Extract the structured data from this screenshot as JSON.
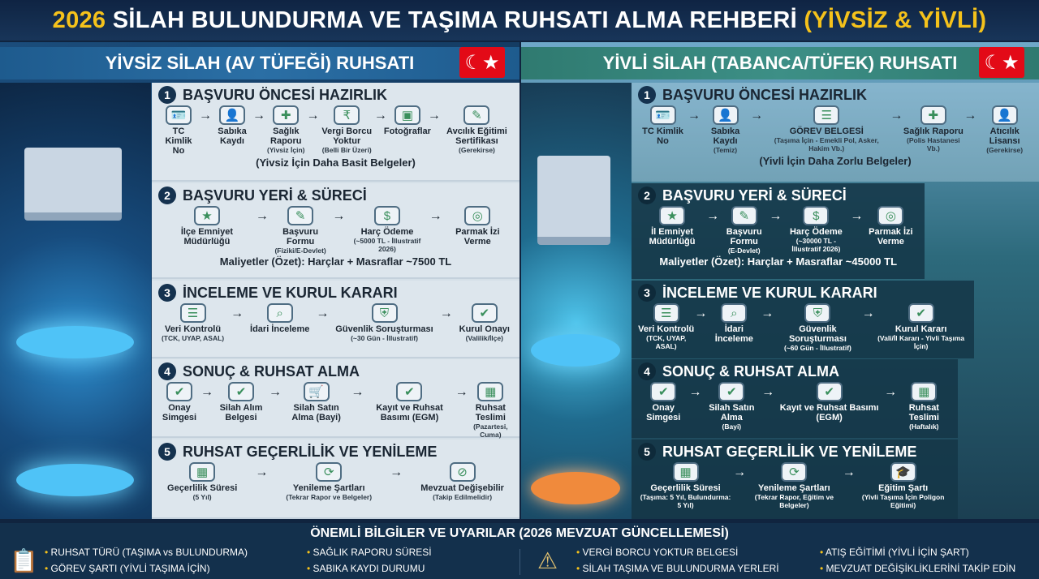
{
  "title": {
    "part1": "2026",
    "part2": " SİLAH BULUNDURMA VE TAŞIMA RUHSATI ALMA REHBERİ ",
    "part3": "(YİVSİZ & YİVLİ)"
  },
  "colors": {
    "title_bg": "#13294a",
    "accent_yellow": "#f5c21b",
    "left_header": "#2b6fa5",
    "right_header": "#3d8f86",
    "check_green": "#3a8f5c"
  },
  "panels": [
    {
      "header": "YİVSİZ SİLAH (AV TÜFEĞİ) RUHSATI",
      "flag": "turkey-flag",
      "sections": [
        {
          "num": "1",
          "title": "BAŞVURU ÖNCESİ HAZIRLIK",
          "items": [
            {
              "icon": "id-card",
              "label": "TC Kimlik No",
              "sub": ""
            },
            {
              "icon": "id-badge",
              "label": "Sabıka Kaydı",
              "sub": ""
            },
            {
              "icon": "medical-report",
              "label": "Sağlık Raporu",
              "sub": "(Yivsiz İçin)"
            },
            {
              "icon": "coin-check",
              "label": "Vergi Borcu Yoktur",
              "sub": "(Belli Bir Üzeri)"
            },
            {
              "icon": "photo",
              "label": "Fotoğraflar",
              "sub": ""
            },
            {
              "icon": "certificate",
              "label": "Avcılık Eğitimi Sertifikası",
              "sub": "(Gerekirse)"
            }
          ],
          "note": "(Yivsiz İçin Daha Basit Belgeler)"
        },
        {
          "num": "2",
          "title": "BAŞVURU YERİ & SÜRECİ",
          "items": [
            {
              "icon": "police-badge",
              "label": "İlçe Emniyet Müdürlüğü",
              "sub": ""
            },
            {
              "icon": "form-pen",
              "label": "Başvuru Formu",
              "sub": "(Fiziki/E-Devlet)"
            },
            {
              "icon": "coins",
              "label": "Harç Ödeme",
              "sub": "(~5000 TL - İllustratif 2026)"
            },
            {
              "icon": "fingerprint",
              "label": "Parmak İzi Verme",
              "sub": ""
            }
          ],
          "note": "Maliyetler (Özet): Harçlar + Masraflar ~7500 TL"
        },
        {
          "num": "3",
          "title": "İNCELEME VE KURUL KARARI",
          "items": [
            {
              "icon": "database-check",
              "label": "Veri Kontrolü",
              "sub": "(TCK, UYAP, ASAL)"
            },
            {
              "icon": "magnifier",
              "label": "İdari İnceleme",
              "sub": ""
            },
            {
              "icon": "shield-lock",
              "label": "Güvenlik Soruşturması",
              "sub": "(~30 Gün - İllustratif)"
            },
            {
              "icon": "check-circle",
              "label": "Kurul Onayı",
              "sub": "(Valilik/İlçe)"
            }
          ],
          "note": ""
        },
        {
          "num": "4",
          "title": "SONUÇ & RUHSAT ALMA",
          "items": [
            {
              "icon": "check-circle",
              "label": "Onay Simgesi",
              "sub": ""
            },
            {
              "icon": "clipboard-check",
              "label": "Silah Alım Belgesi",
              "sub": ""
            },
            {
              "icon": "cart",
              "label": "Silah Satın Alma (Bayi)",
              "sub": ""
            },
            {
              "icon": "id-card-check",
              "label": "Kayıt ve Ruhsat Basımı (EGM)",
              "sub": ""
            },
            {
              "icon": "package-check",
              "label": "Ruhsat Teslimi",
              "sub": "(Pazartesi, Cuma)"
            }
          ],
          "note": ""
        },
        {
          "num": "5",
          "title": "RUHSAT GEÇERLİLİK VE YENİLEME",
          "items": [
            {
              "icon": "calendar-clock",
              "label": "Geçerlilik Süresi",
              "sub": "(5 Yıl)"
            },
            {
              "icon": "refresh",
              "label": "Yenileme Şartları",
              "sub": "(Tekrar Rapor ve Belgeler)"
            },
            {
              "icon": "prohibited",
              "label": "Mevzuat Değişebilir",
              "sub": "(Takip Edilmelidir)"
            }
          ],
          "note": ""
        }
      ]
    },
    {
      "header": "YİVLİ SİLAH (TABANCA/TÜFEK) RUHSATI",
      "flag": "turkey-flag",
      "sections": [
        {
          "num": "1",
          "title": "BAŞVURU ÖNCESİ HAZIRLIK",
          "items": [
            {
              "icon": "id-card",
              "label": "TC Kimlik No",
              "sub": ""
            },
            {
              "icon": "id-badge",
              "label": "Sabıka Kaydı",
              "sub": "(Temiz)"
            },
            {
              "icon": "clipboard",
              "label": "GÖREV BELGESİ",
              "sub": "(Taşıma İçin - Emekli Pol, Asker, Hakim Vb.)"
            },
            {
              "icon": "medical-report",
              "label": "Sağlık Raporu",
              "sub": "(Polis Hastanesi Vb.)"
            },
            {
              "icon": "id-badge",
              "label": "Atıcılık Lisansı",
              "sub": "(Gerekirse)"
            }
          ],
          "note": "(Yivli İçin Daha Zorlu Belgeler)"
        },
        {
          "num": "2",
          "title": "BAŞVURU YERİ & SÜRECİ",
          "items": [
            {
              "icon": "police-badge",
              "label": "İl Emniyet Müdürlüğü",
              "sub": ""
            },
            {
              "icon": "form-pen",
              "label": "Başvuru Formu",
              "sub": "(E-Devlet)"
            },
            {
              "icon": "coins",
              "label": "Harç Ödeme",
              "sub": "(~30000 TL - İllustratif 2026)"
            },
            {
              "icon": "fingerprint",
              "label": "Parmak İzi Verme",
              "sub": ""
            }
          ],
          "note": "Maliyetler (Özet): Harçlar + Masraflar ~45000 TL"
        },
        {
          "num": "3",
          "title": "İNCELEME VE KURUL KARARI",
          "items": [
            {
              "icon": "database-check",
              "label": "Veri Kontrolü",
              "sub": "(TCK, UYAP, ASAL)"
            },
            {
              "icon": "magnifier",
              "label": "İdari İnceleme",
              "sub": ""
            },
            {
              "icon": "shield-lock",
              "label": "Güvenlik Soruşturması",
              "sub": "(~60 Gün - İllustratif)"
            },
            {
              "icon": "clipboard-check",
              "label": "Kurul Kararı",
              "sub": "(Vali/İl Kararı - Yivli Taşıma İçin)"
            }
          ],
          "note": ""
        },
        {
          "num": "4",
          "title": "SONUÇ & RUHSAT ALMA",
          "items": [
            {
              "icon": "check-circle",
              "label": "Onay Simgesi",
              "sub": ""
            },
            {
              "icon": "clipboard-check",
              "label": "Silah Satın Alma",
              "sub": "(Bayi)"
            },
            {
              "icon": "id-card-check",
              "label": "Kayıt ve Ruhsat Basımı (EGM)",
              "sub": ""
            },
            {
              "icon": "package-check",
              "label": "Ruhsat Teslimi",
              "sub": "(Haftalık)"
            }
          ],
          "note": ""
        },
        {
          "num": "5",
          "title": "RUHSAT GEÇERLİLİK VE YENİLEME",
          "items": [
            {
              "icon": "calendar-clock",
              "label": "Geçerlilik Süresi",
              "sub": "(Taşıma: 5 Yıl, Bulundurma: 5 Yıl)"
            },
            {
              "icon": "refresh",
              "label": "Yenileme Şartları",
              "sub": "(Tekrar Rapor, Eğitim ve Belgeler)"
            },
            {
              "icon": "graduation-cap",
              "label": "Eğitim Şartı",
              "sub": "(Yivli Taşıma İçin Poligon Eğitimi)"
            }
          ],
          "note": ""
        }
      ]
    }
  ],
  "bottom": {
    "title": "ÖNEMLİ BİLGİLER VE UYARILAR (2026 MEVZUAT GÜNCELLEMESİ)",
    "columns": [
      [
        "RUHSAT TÜRÜ (TAŞIMA vs BULUNDURMA)",
        "GÖREV ŞARTI (YİVLİ TAŞIMA İÇİN)"
      ],
      [
        "SAĞLIK RAPORU SÜRESİ",
        "SABIKA KAYDI DURUMU"
      ],
      [
        "VERGİ BORCU YOKTUR BELGESİ",
        "SİLAH TAŞIMA VE BULUNDURMA YERLERİ"
      ],
      [
        "ATIŞ EĞİTİMİ (YİVLİ İÇİN ŞART)",
        "MEVZUAT DEĞİŞİKLİKLERİNİ TAKİP EDİN"
      ]
    ],
    "icons": [
      "clipboard-check-icon",
      "person-warning-icon"
    ]
  }
}
